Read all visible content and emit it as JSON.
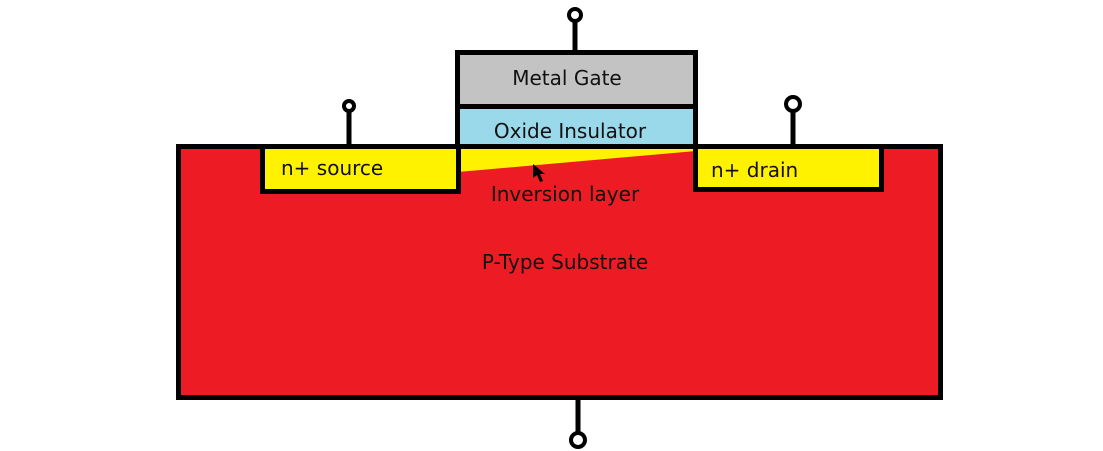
{
  "diagram": {
    "title": "NMOS transistor cross-section",
    "colors": {
      "substrate": "#ed1c24",
      "doped_region": "#fff200",
      "gate": "#c3c3c3",
      "oxide": "#99d9ea",
      "outline": "#000000"
    },
    "labels": {
      "gate": "Metal Gate",
      "oxide": "Oxide Insulator",
      "source": "n+ source",
      "drain": "n+ drain",
      "inversion": "Inversion layer",
      "substrate": "P-Type Substrate"
    },
    "terminals": [
      "gate",
      "source",
      "drain",
      "body"
    ]
  }
}
